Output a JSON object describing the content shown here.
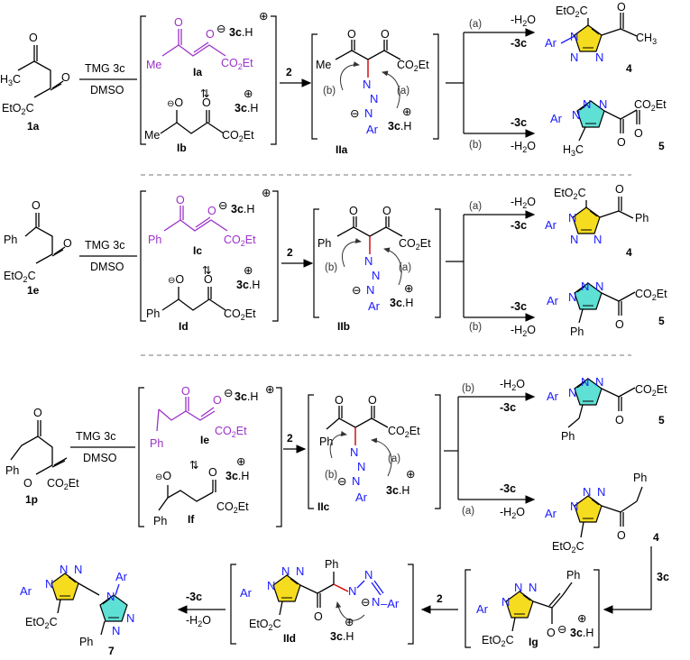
{
  "reagents": {
    "tmg": "TMG 3c",
    "dmso": "DMSO",
    "step2": "2",
    "base": "3c",
    "route_a": "(a)",
    "route_b": "(b)",
    "minus_water": "-H2O",
    "minus_base": "-3c"
  },
  "row1": {
    "sm_label": "1a",
    "enolate_a": "Ia",
    "enolate_b": "Ib",
    "intermediate": "IIa",
    "product_a": "4",
    "product_b": "5",
    "ketone_group": "Me",
    "ester": "CO2Et"
  },
  "row2": {
    "sm_label": "1e",
    "enolate_a": "Ic",
    "enolate_b": "Id",
    "intermediate": "IIb",
    "product_a": "4",
    "product_b": "5",
    "ketone_group": "Ph",
    "ester": "CO2Et"
  },
  "row3": {
    "sm_label": "1p",
    "enolate_a": "Ie",
    "enolate_b": "If",
    "intermediate": "IIc",
    "product_b": "5",
    "product_a": "4",
    "ketone_group": "Ph",
    "ester": "CO2Et"
  },
  "row4": {
    "enolate": "Ig",
    "intermediate": "IId",
    "final_product": "7"
  },
  "colors": {
    "triazole_yellow": "#f6dc1e",
    "triazole_cyan": "#5ee0d4",
    "aryl_blue": "#1a1aff",
    "enolate_purple": "#9a30c8",
    "new_bond_red": "#d01010"
  }
}
